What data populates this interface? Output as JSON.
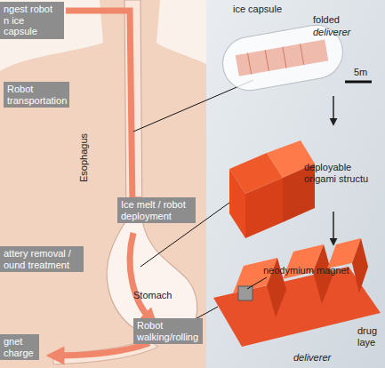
{
  "diagram": {
    "nodes": [
      {
        "text": [
          "ngest robot n ice capsule"
        ]
      },
      {
        "text": [
          "Robot transportation"
        ]
      },
      {
        "text": [
          "Ice melt / robot deployment"
        ]
      },
      {
        "text": [
          "attery removal / ound treatment"
        ]
      },
      {
        "text": [
          "Robot walking/rolling"
        ]
      },
      {
        "text": [
          "gnet charge"
        ]
      }
    ],
    "labels": [
      "Esophagus",
      "Stomach",
      "ice capsule",
      "folded",
      "deliverer",
      "5m",
      "deployable origami structu",
      "neodymium magnet",
      "drug laye",
      "deliverer"
    ]
  }
}
